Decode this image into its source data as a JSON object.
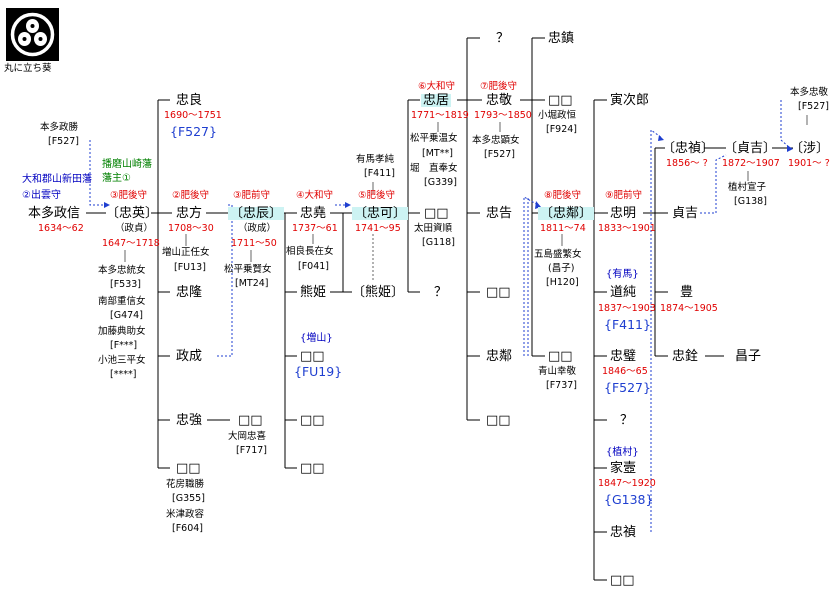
{
  "crest": {
    "caption": "丸に立ち葵",
    "icon": "maru-ni-tachiaoi-crest-icon"
  },
  "nodes": {
    "nagamasa_father": "本多政勝",
    "nagamasa_father_ref": "[F527]",
    "fief_left": "大和郡山新田藩",
    "title_left": "②出雲守",
    "masanobu": "本多政信",
    "masanobu_years": "1634～62",
    "fief_harima": "播磨山崎藩",
    "fief_harima2": "藩主①",
    "title_tadahide": "③肥後守",
    "tadahide": "〔忠英〕",
    "tadahide_alt": "（政貞）",
    "tadahide_years": "1647～1718",
    "tadahide_w1": "本多忠統女",
    "tadahide_w1ref": "[F533]",
    "tadahide_w2": "南部重信女",
    "tadahide_w2ref": "[G474]",
    "tadahide_w3": "加藤典助女",
    "tadahide_w3ref": "[F***]",
    "tadahide_w4": "小池三平女",
    "tadahide_w4ref": "[****]",
    "tadayoshi": "忠良",
    "tadayoshi_years": "1690～1751",
    "tadayoshi_ref": "{F527}",
    "title_tadakata": "②肥後守",
    "tadakata": "忠方",
    "tadakata_years": "1708～30",
    "tadakata_w": "増山正任女",
    "tadakata_wref": "[FU13]",
    "tadataka": "忠隆",
    "masanari": "政成",
    "tadatsuyo": "忠強",
    "tadatsuyo_child": "□□",
    "tadatsuyo_child_w": "大岡忠喜",
    "tadatsuyo_child_wref": "[F717]",
    "blank_bottom": "□□",
    "blank_bottom_w1": "花房職勝",
    "blank_bottom_w1ref": "[G355]",
    "blank_bottom_w2": "米津政容",
    "blank_bottom_w2ref": "[F604]",
    "title_tadatoki": "③肥前守",
    "tadatoki": "〔忠辰〕",
    "tadatoki_alt": "（政成）",
    "tadatoki_years": "1711～50",
    "tadatoki_w": "松平乗賢女",
    "tadatoki_wref": "[MT24]",
    "title_tadanori": "④大和守",
    "tadanori": "忠堯",
    "tadanori_years": "1737～61",
    "tadanori_w": "相良長在女",
    "tadanori_wref": "[F041]",
    "kumahime": "熊姫",
    "masuyama_house": "{増山}",
    "masuyama_child": "□□",
    "masuyama_ref": "{FU19}",
    "tadanori_child2": "□□",
    "tadanori_child3": "□□",
    "tadayoshi2_mother": "有馬孝純",
    "tadayoshi2_mref": "[F411]",
    "title_tadayoshi2": "⑤肥後守",
    "tadayoshi2": "〔忠可〕",
    "tadayoshi2_years": "1741～95",
    "kumahime2": "〔熊姫〕",
    "blank_mid": "□□",
    "blank_mid_w": "太田資順",
    "blank_mid_wref": "[G118]",
    "q_mid": "？",
    "title_tadasue": "⑥大和守",
    "tadasue": "忠居",
    "tadasue_years": "1771～1819",
    "tadasue_w1": "松平乗温女",
    "tadasue_w1ref": "[MT**]",
    "tadasue_w2": "堀　直奉女",
    "tadasue_w2ref": "[G339]",
    "q_top": "？",
    "title_tadataka2": "⑦肥後守",
    "tadataka2": "忠敬",
    "tadataka2_years": "1793～1850",
    "tadataka2_w": "本多忠顕女",
    "tadataka2_wref": "[F527]",
    "tadatsugu": "忠告",
    "tadataka2_c3": "□□",
    "tadataka2_c3_name": "忠鄰",
    "tadataka2_c4": "□□",
    "tadataka2_c5": "□□",
    "tadashizu": "忠鎮",
    "tadashizu_c": "□□",
    "tadashizu_cw": "小堀政恒",
    "tadashizu_cwref": "[F924]",
    "title_tadachika": "⑧肥後守",
    "tadachika": "〔忠鄰〕",
    "tadachika_years": "1811～74",
    "tadachika_w": "五島盛繁女",
    "tadachika_w2": "(昌子)",
    "tadachika_wref": "[H120]",
    "aoyama_c": "□□",
    "aoyama_w": "青山幸敬",
    "aoyama_wref": "[F737]",
    "torajiro": "寅次郎",
    "title_tadaaki": "⑨肥前守",
    "tadaaki": "忠明",
    "tadaaki_years": "1833～1901",
    "arima_house": "{有馬}",
    "michizumi": "道純",
    "michizumi_years": "1837～1903",
    "michizumi_ref": "{F411}",
    "tadakabe": "忠璧",
    "tadakabe_years": "1846～65",
    "tadakabe_ref": "{F527}",
    "q_low": "？",
    "uemura_house": "{植村}",
    "ietsugu": "家壼",
    "ietsugu_years": "1847～1920",
    "ietsugu_ref": "{G138}",
    "tadasada": "忠禎",
    "blank_low": "□□",
    "tadasada2": "〔忠禎〕",
    "tadasada2_years": "1856～ ?",
    "sadayoshi": "貞吉",
    "yutaka": "豊",
    "yutaka_years": "1874～1905",
    "tadamori": "忠銓",
    "masako": "昌子",
    "sadayoshi2": "〔貞吉〕",
    "sadayoshi2_years": "1872～1907",
    "sadayoshi_w": "植村宣子",
    "sadayoshi_wref": "[G138]",
    "wataru": "〔涉〕",
    "wataru_years": "1901～ ?",
    "wataru_father": "本多忠敬",
    "wataru_fref": "[F527]"
  }
}
